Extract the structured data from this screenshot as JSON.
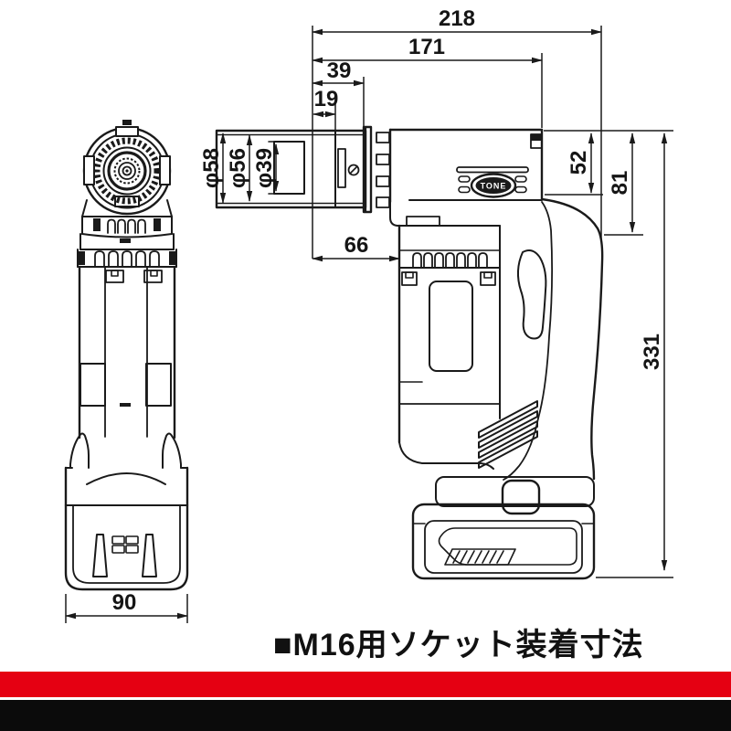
{
  "caption": {
    "text": "■M16用ソケット装着寸法"
  },
  "brand": {
    "logo_text": "TONE"
  },
  "colors": {
    "line": "#1a1a1a",
    "footer_red": "#e50012",
    "footer_black": "#0b0b0b"
  },
  "dims": {
    "overall_length": "218",
    "body_length": "171",
    "socket_length": "39",
    "drive_insert_depth": "19",
    "socket_outer_dia": "φ58",
    "sleeve_outer_dia": "φ56",
    "socket_bore_dia": "φ39",
    "head_front_offset": "66",
    "housing_height": "52",
    "head_total_height": "81",
    "overall_height": "331",
    "body_width": "90"
  }
}
